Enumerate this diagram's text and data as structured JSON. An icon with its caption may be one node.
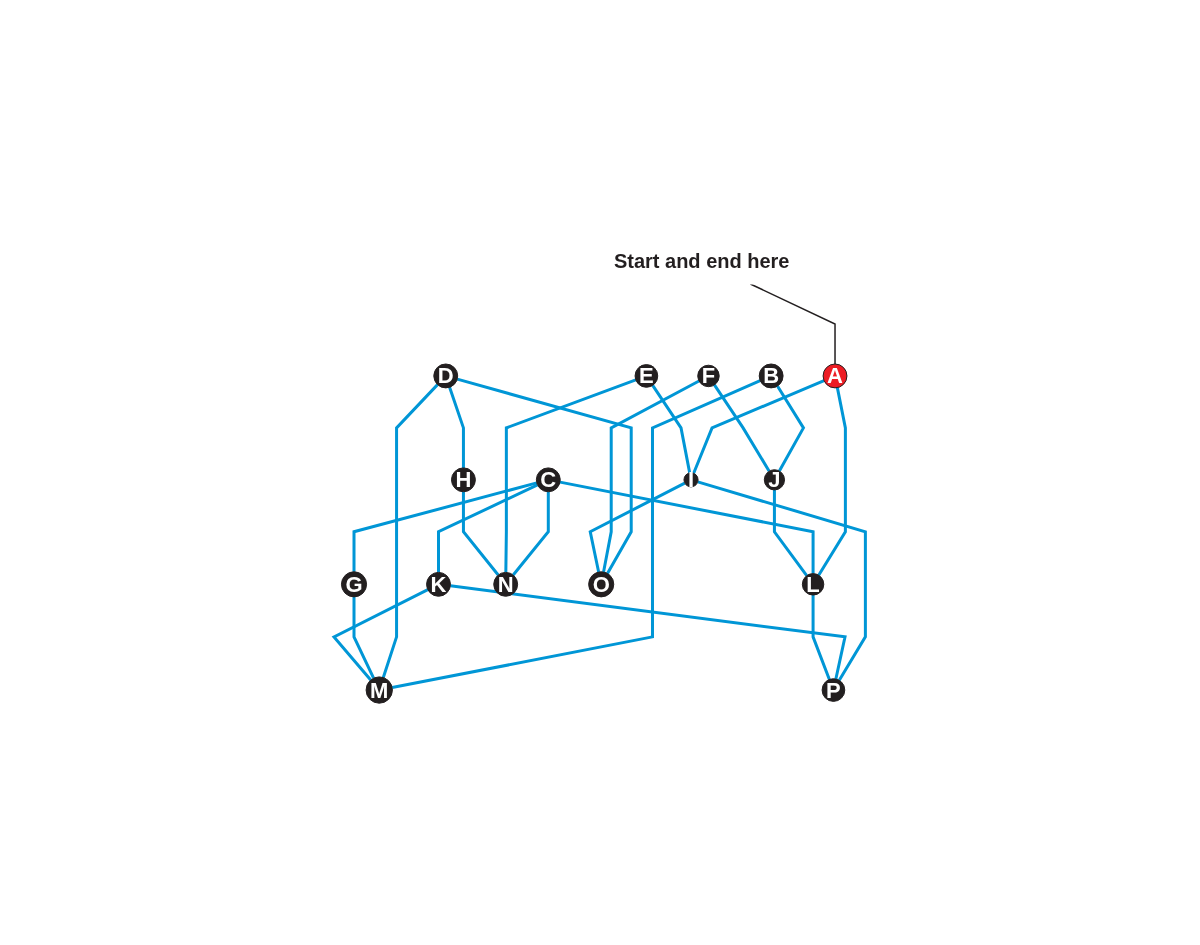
{
  "diagram": {
    "nodes": [
      {
        "text": [
          "Start and end here"
        ]
      },
      {
        "text": [
          "A"
        ]
      },
      {
        "text": [
          "B"
        ]
      },
      {
        "text": [
          "C"
        ]
      },
      {
        "text": [
          "D"
        ]
      },
      {
        "text": [
          "E"
        ]
      },
      {
        "text": [
          "F"
        ]
      },
      {
        "text": [
          "G"
        ]
      },
      {
        "text": [
          "H"
        ]
      },
      {
        "text": [
          "I"
        ]
      },
      {
        "text": [
          "J"
        ]
      },
      {
        "text": [
          "K"
        ]
      },
      {
        "text": [
          "L"
        ]
      },
      {
        "text": [
          "M"
        ]
      },
      {
        "text": [
          "N"
        ]
      },
      {
        "text": [
          "O"
        ]
      },
      {
        "text": [
          "P"
        ]
      }
    ],
    "edges": [
      {
        "from": 0,
        "to": 1,
        "arrow": "none",
        "color": "#231f20"
      },
      {
        "from": 1,
        "to": 12,
        "arrow": "none"
      },
      {
        "from": 1,
        "to": 9,
        "arrow": "none"
      },
      {
        "from": 2,
        "to": 13,
        "arrow": "none"
      },
      {
        "from": 2,
        "to": 10,
        "arrow": "none"
      },
      {
        "from": 3,
        "to": 7,
        "arrow": "none"
      },
      {
        "from": 3,
        "to": 12,
        "arrow": "none"
      },
      {
        "from": 3,
        "to": 14,
        "arrow": "none"
      },
      {
        "from": 3,
        "to": 11,
        "arrow": "none"
      },
      {
        "from": 4,
        "to": 8,
        "arrow": "none"
      },
      {
        "from": 4,
        "to": 13,
        "arrow": "none"
      },
      {
        "from": 4,
        "to": 15,
        "arrow": "none"
      },
      {
        "from": 5,
        "to": 9,
        "arrow": "none"
      },
      {
        "from": 5,
        "to": 14,
        "arrow": "none"
      },
      {
        "from": 6,
        "to": 10,
        "arrow": "none"
      },
      {
        "from": 6,
        "to": 15,
        "arrow": "none"
      },
      {
        "from": 7,
        "to": 13,
        "arrow": "none"
      },
      {
        "from": 8,
        "to": 14,
        "arrow": "none"
      },
      {
        "from": 9,
        "to": 15,
        "arrow": "none"
      },
      {
        "from": 9,
        "to": 16,
        "arrow": "none"
      },
      {
        "from": 10,
        "to": 12,
        "arrow": "none"
      },
      {
        "from": 11,
        "to": 13,
        "arrow": "none"
      },
      {
        "from": 11,
        "to": 16,
        "arrow": "none"
      },
      {
        "from": 12,
        "to": 16,
        "arrow": "none"
      }
    ]
  }
}
